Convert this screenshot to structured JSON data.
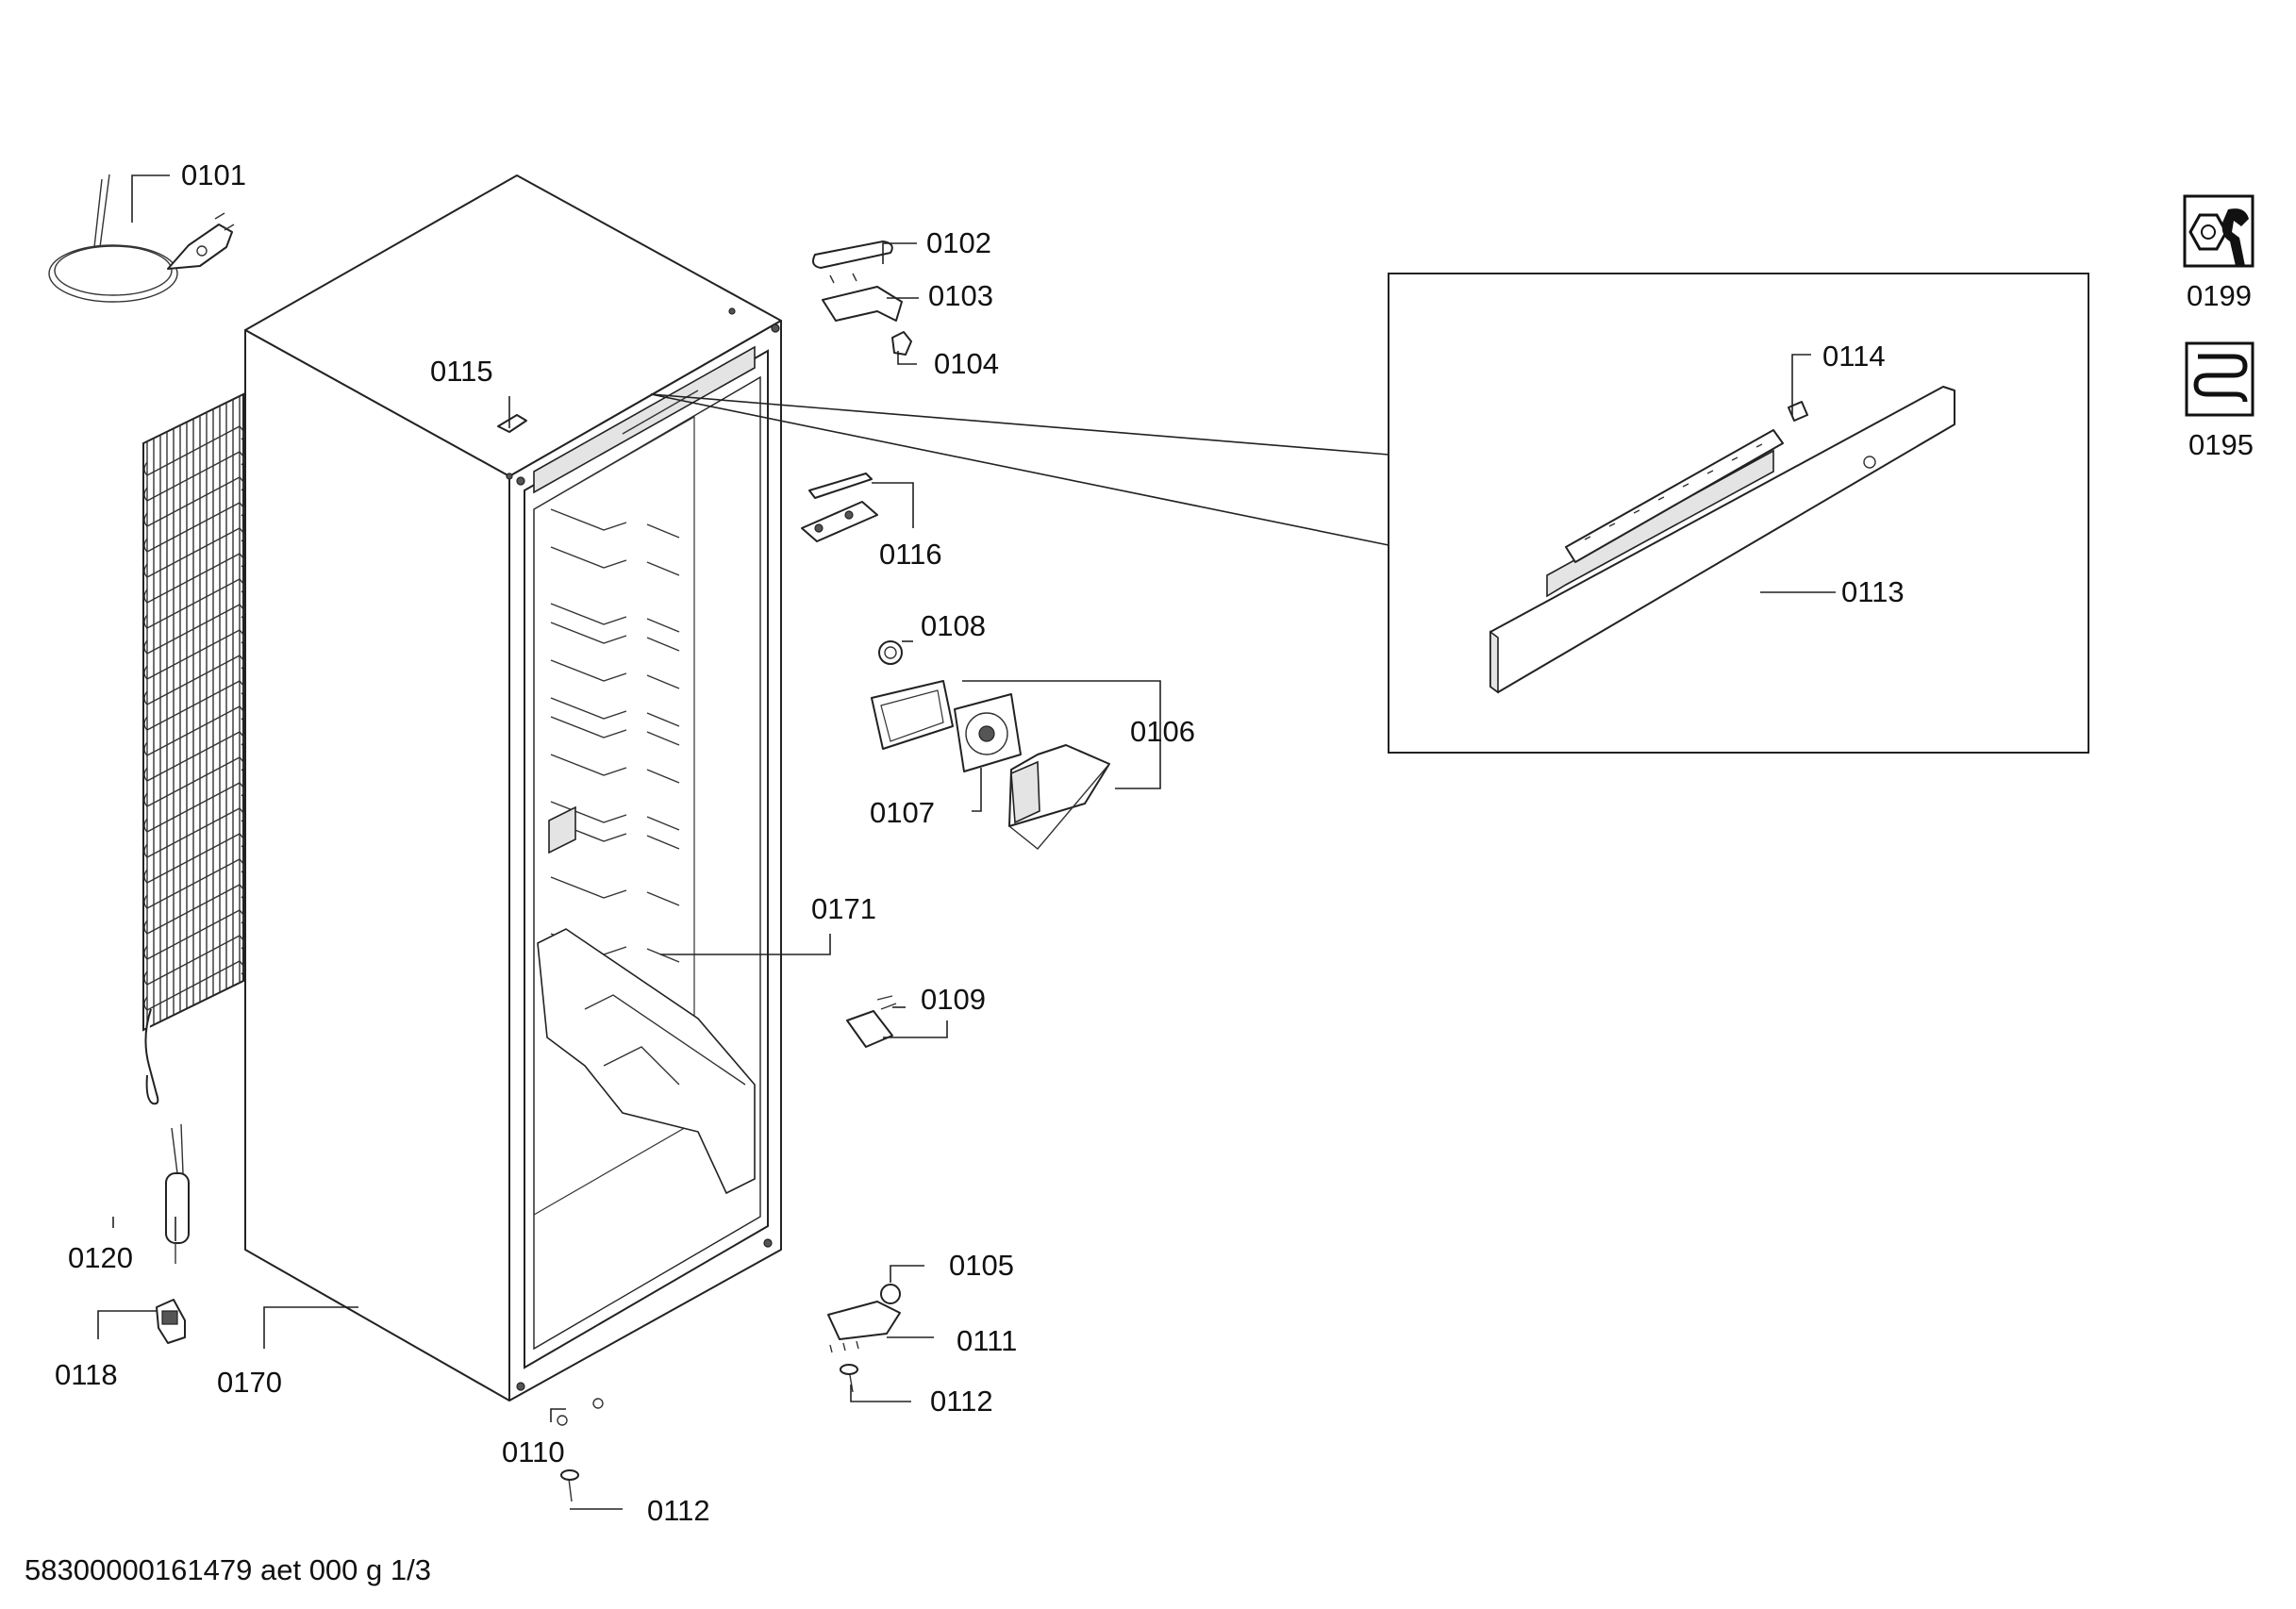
{
  "labels": {
    "p0101": "0101",
    "p0102": "0102",
    "p0103": "0103",
    "p0104": "0104",
    "p0105": "0105",
    "p0106": "0106",
    "p0107": "0107",
    "p0108": "0108",
    "p0109": "0109",
    "p0110": "0110",
    "p0111": "0111",
    "p0112a": "0112",
    "p0112b": "0112",
    "p0113": "0113",
    "p0114": "0114",
    "p0115": "0115",
    "p0116": "0116",
    "p0118": "0118",
    "p0120": "0120",
    "p0170": "0170",
    "p0171": "0171",
    "p0195": "0195",
    "p0199": "0199"
  },
  "icons": {
    "p0199": "wrench-nut-icon",
    "p0195": "heating-coil-icon"
  },
  "footer": "58300000161479 aet 000 g 1/3"
}
